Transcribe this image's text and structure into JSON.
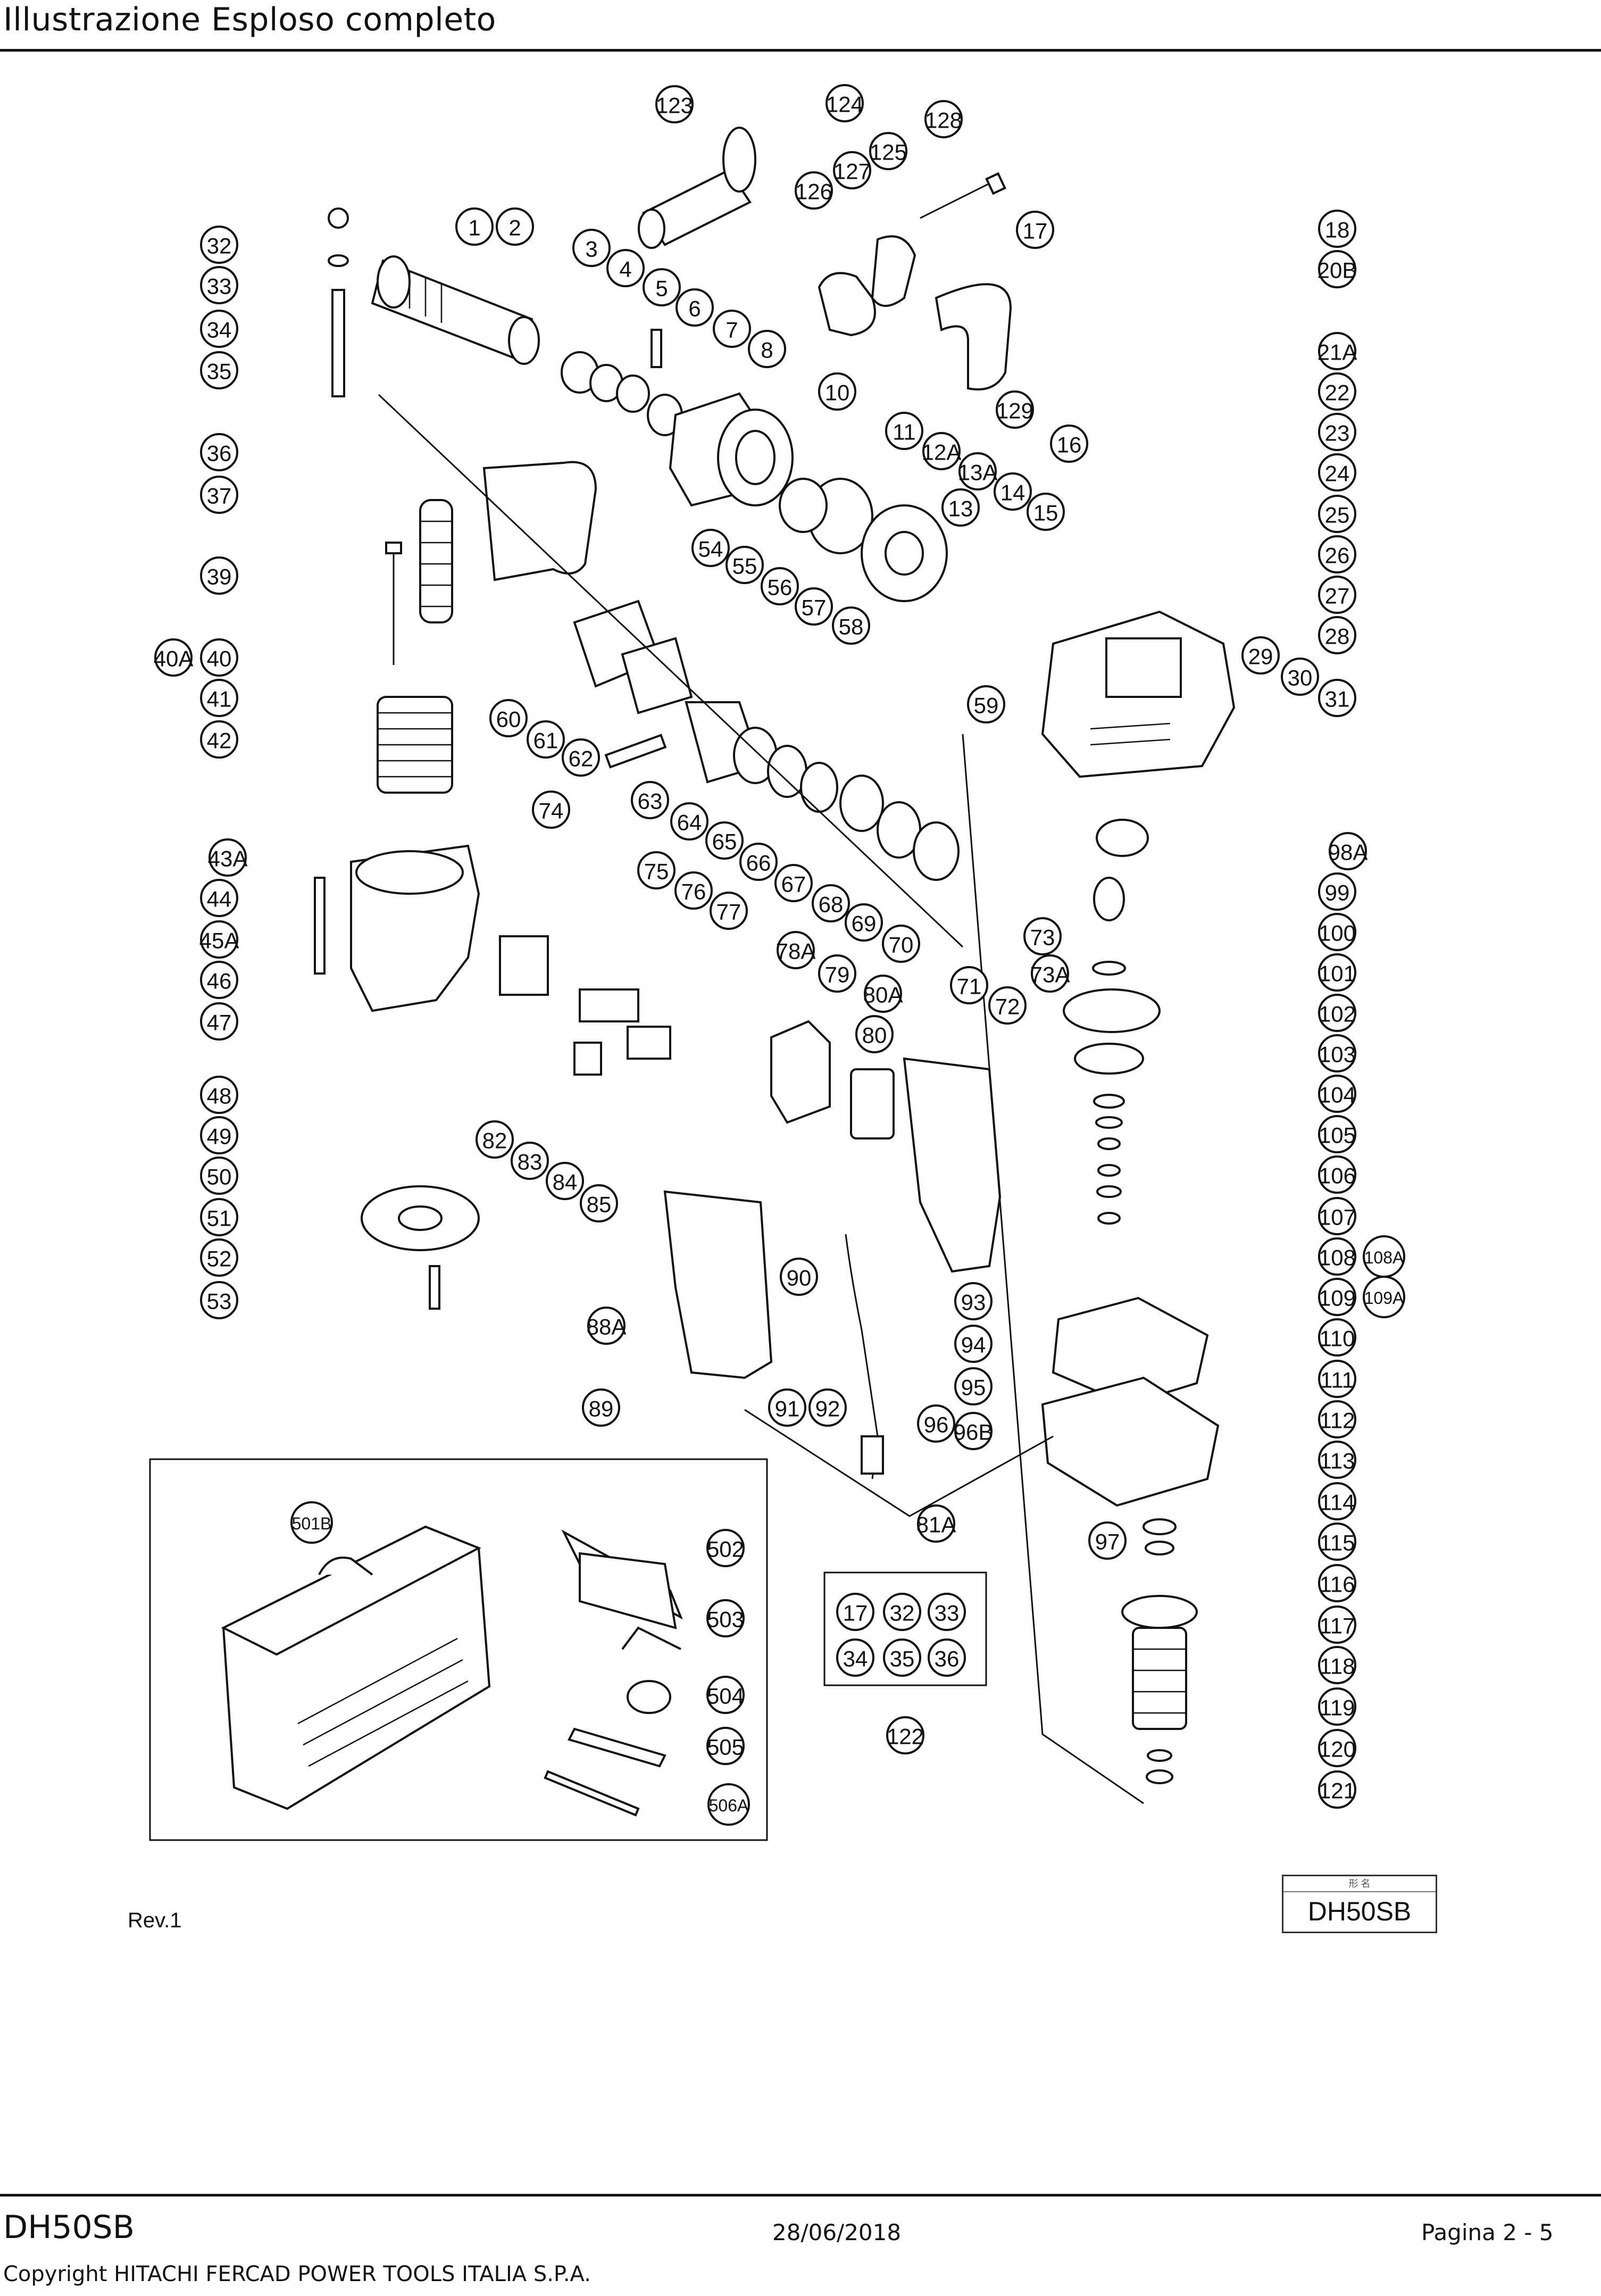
{
  "header": {
    "title": "Illustrazione  Esploso completo"
  },
  "diagram": {
    "callouts": [
      "1",
      "2",
      "3",
      "4",
      "5",
      "6",
      "7",
      "8",
      "10",
      "11",
      "12A",
      "13",
      "13A",
      "14",
      "15",
      "16",
      "17",
      "18",
      "20B",
      "21A",
      "22",
      "23",
      "24",
      "25",
      "26",
      "27",
      "28",
      "29",
      "30",
      "31",
      "32",
      "33",
      "34",
      "35",
      "36",
      "37",
      "39",
      "40",
      "40A",
      "41",
      "42",
      "43A",
      "44",
      "45A",
      "46",
      "47",
      "48",
      "49",
      "50",
      "51",
      "52",
      "53",
      "54",
      "55",
      "56",
      "57",
      "58",
      "59",
      "60",
      "61",
      "62",
      "63",
      "64",
      "65",
      "66",
      "67",
      "68",
      "69",
      "70",
      "71",
      "72",
      "73",
      "73A",
      "74",
      "75",
      "76",
      "77",
      "78A",
      "79",
      "80",
      "80A",
      "81A",
      "82",
      "83",
      "84",
      "85",
      "88A",
      "89",
      "90",
      "91",
      "92",
      "93",
      "94",
      "95",
      "96",
      "96B",
      "97",
      "98A",
      "99",
      "100",
      "101",
      "102",
      "103",
      "104",
      "105",
      "106",
      "107",
      "108",
      "108A",
      "109",
      "109A",
      "110",
      "111",
      "112",
      "113",
      "114",
      "115",
      "116",
      "117",
      "118",
      "119",
      "120",
      "121",
      "122",
      "123",
      "124",
      "125",
      "126",
      "127",
      "128",
      "129",
      "501B",
      "502",
      "503",
      "504",
      "505",
      "506A"
    ],
    "kit_122": [
      "17",
      "32",
      "33",
      "34",
      "35",
      "36"
    ]
  },
  "revision": "Rev.1",
  "model_box": {
    "header": "形 名",
    "model": "DH50SB"
  },
  "footer": {
    "model": "DH50SB",
    "date": "28/06/2018",
    "page": "Pagina 2 - 5",
    "copyright": "Copyright HITACHI FERCAD POWER TOOLS ITALIA S.P.A."
  }
}
